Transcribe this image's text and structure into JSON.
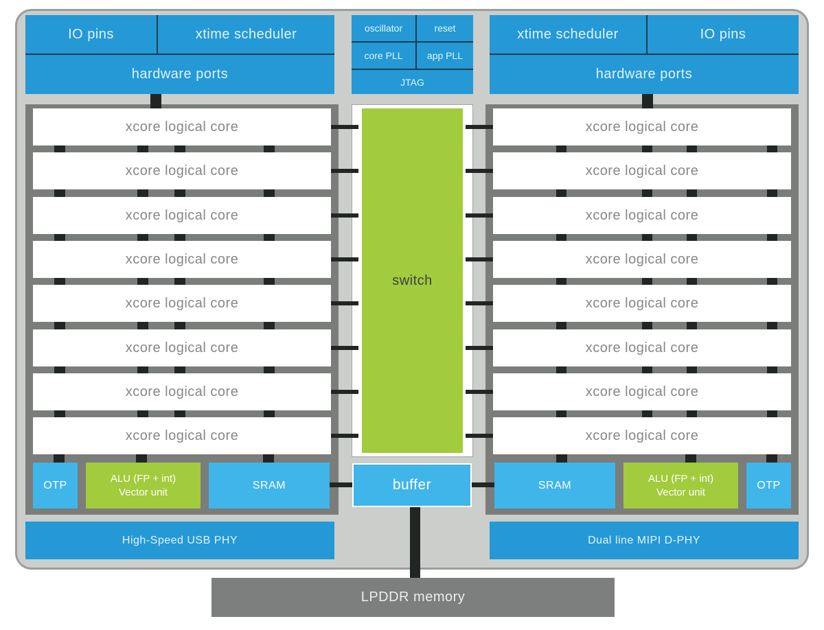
{
  "colors": {
    "panel_blue": "#2499d6",
    "light_blue": "#40b5e9",
    "green": "#a2cb3d",
    "tile_gray": "#7a7d7a",
    "chip_gray": "#cbcecb",
    "chip_border": "#9c9f9d",
    "memory_gray": "#7c7f7d",
    "connector_black": "#212625",
    "core_text_gray": "#85878a"
  },
  "top_left": {
    "io_pins": "IO pins",
    "xtime_scheduler": "xtime scheduler",
    "hardware_ports": "hardware ports"
  },
  "clock_block": {
    "oscillator": "oscillator",
    "reset": "reset",
    "core_pll": "core PLL",
    "app_pll": "app PLL",
    "jtag": "JTAG"
  },
  "top_right": {
    "xtime_scheduler": "xtime scheduler",
    "io_pins": "IO pins",
    "hardware_ports": "hardware ports"
  },
  "left_tile": {
    "cores": [
      "xcore logical core",
      "xcore logical core",
      "xcore logical core",
      "xcore logical core",
      "xcore logical core",
      "xcore logical core",
      "xcore logical core",
      "xcore logical core"
    ],
    "otp": "OTP",
    "alu": {
      "line1": "ALU (FP + int)",
      "line2": "Vector unit"
    },
    "sram": "SRAM"
  },
  "right_tile": {
    "cores": [
      "xcore logical core",
      "xcore logical core",
      "xcore logical core",
      "xcore logical core",
      "xcore logical core",
      "xcore logical core",
      "xcore logical core",
      "xcore logical core"
    ],
    "sram": "SRAM",
    "alu": {
      "line1": "ALU (FP + int)",
      "line2": "Vector unit"
    },
    "otp": "OTP"
  },
  "switch_label": "switch",
  "buffer_label": "buffer",
  "usb_phy": "High-Speed USB PHY",
  "mipi_phy": "Dual line MIPI D-PHY",
  "lpddr": "LPDDR memory"
}
